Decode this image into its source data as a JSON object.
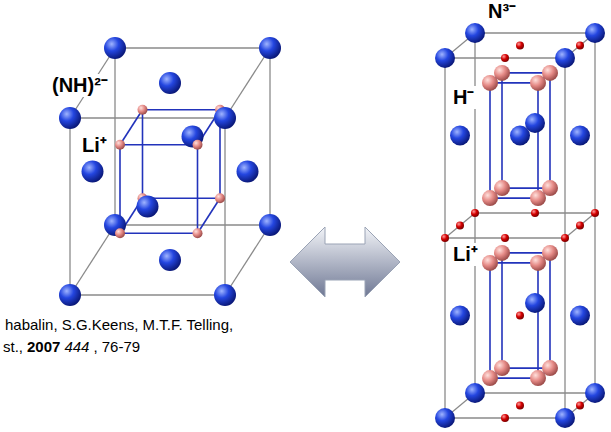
{
  "diagram": {
    "labels": [
      "(NH)²⁻",
      "Li⁺",
      "N³⁻",
      "H⁻",
      "Li⁺",
      "habalin, S.G.Keens, M.T.F. Telling,",
      "st.,",
      "2007",
      "444",
      ", 76-79"
    ]
  }
}
